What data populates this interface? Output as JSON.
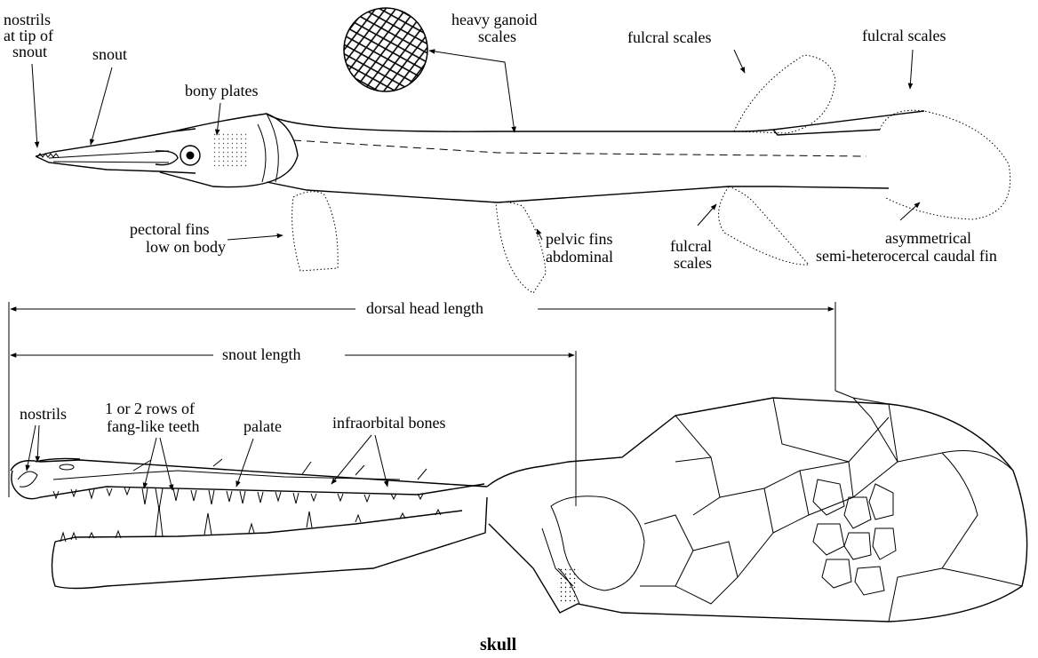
{
  "fish_labels": {
    "nostrils_tip_line1": "nostrils",
    "nostrils_tip_line2": "at tip of",
    "nostrils_tip_line3": "snout",
    "snout": "snout",
    "bony_plates": "bony plates",
    "ganoid_line1": "heavy ganoid",
    "ganoid_line2": "scales",
    "fulcral_dorsal": "fulcral scales",
    "fulcral_caudal": "fulcral scales",
    "pectoral_line1": "pectoral fins",
    "pectoral_line2": "low on body",
    "pelvic_line1": "pelvic fins",
    "pelvic_line2": "abdominal",
    "fulcral_ventral_line1": "fulcral",
    "fulcral_ventral_line2": "scales",
    "caudal_line1": "asymmetrical",
    "caudal_line2": "semi-heterocercal caudal fin"
  },
  "measurements": {
    "dorsal_head_length": "dorsal head length",
    "snout_length": "snout length"
  },
  "skull_labels": {
    "nostrils": "nostrils",
    "teeth_line1": "1 or 2 rows of",
    "teeth_line2": "fang-like teeth",
    "palate": "palate",
    "infraorbital": "infraorbital bones",
    "caption": "skull"
  }
}
